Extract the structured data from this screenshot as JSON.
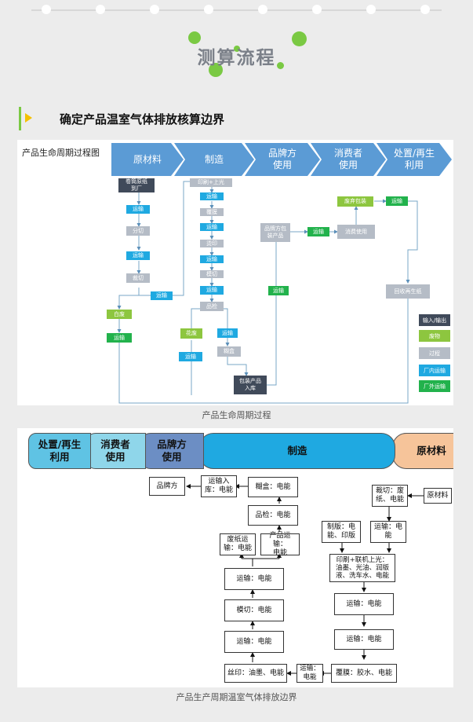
{
  "page": {
    "title": "测算流程",
    "section_title": "确定产品温室气体排放核算边界",
    "caption1": "产品生命周期过程",
    "caption2": "产品生产周期温室气体排放边界"
  },
  "fig1": {
    "label": "产品生命周期过程图",
    "stages": [
      "原材料",
      "制造",
      "品牌方\n使用",
      "消费者\n使用",
      "处置/再生\n利用"
    ],
    "boxes": {
      "roll": "卷筒原纸\n到厂",
      "t1": "运输",
      "split": "分切",
      "t2": "运输",
      "cut": "裁切",
      "t3": "运输",
      "white": "白废",
      "t4": "运输",
      "print": "印刷+上光",
      "t5": "运输",
      "laminate": "覆膜",
      "t6": "运输",
      "bronze": "烫印",
      "t7": "运输",
      "die": "模切",
      "t8": "运输",
      "qc": "品检",
      "flower": "花废",
      "t9": "运输",
      "paste": "糊盒",
      "t10": "运输",
      "pack": "包装产品\n入库",
      "t11": "运输",
      "brand_pack": "品牌方包\n装产品",
      "t12": "运输",
      "consumer": "消费使用",
      "scrap": "废弃包装",
      "t13": "运输",
      "recycle": "回收再生纸"
    },
    "legend": [
      "输入/输出",
      "废物",
      "过程",
      "厂内运输",
      "厂外运输"
    ],
    "colors": {
      "io": "#404a5a",
      "waste": "#8dc63f",
      "process": "#b5bcc6",
      "transport_in": "#1fa9e1",
      "transport_out": "#22b24c",
      "stage": "#5b9bd5"
    }
  },
  "fig2": {
    "stages": [
      "处置/再生\n利用",
      "消费者\n使用",
      "品牌方\n使用",
      "制造",
      "原材料"
    ],
    "nodes": {
      "brand": "品牌方",
      "t_store": "运输入\n库：电能",
      "paste": "糊盒：电能",
      "qc": "品检：电能",
      "waste_t": "废纸运\n输：电能",
      "prod_t": "产品运输：\n电能",
      "t_a": "运输：电能",
      "die": "模切：电能",
      "t_b": "运输：电能",
      "silk": "丝印：油墨、电能",
      "t_c": "运输：\n电能",
      "laminate": "覆膜：胶水、电能",
      "t_d": "运输：电能",
      "t_e": "运输：电能",
      "print": "印刷+联机上光：\n油墨、光油、润版\n液、洗车水、电能",
      "plate": "制版：电\n能、印版",
      "t_f": "运输：电\n能",
      "cutting": "裁切：废\n纸、电能",
      "raw": "原材料"
    }
  }
}
